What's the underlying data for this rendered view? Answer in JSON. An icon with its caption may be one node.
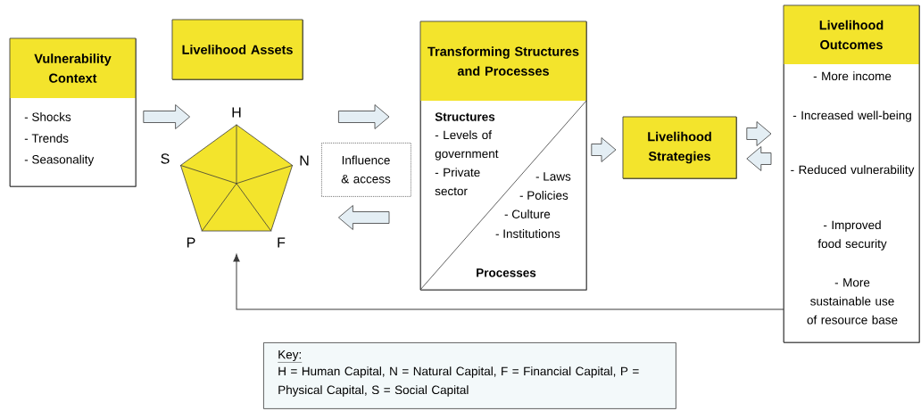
{
  "diagram": {
    "nodes": [
      {
        "text": [
          "Vulnerability Context",
          "- Shocks",
          "- Trends",
          "- Seasonality"
        ]
      },
      {
        "text": [
          "Livelihood Assets"
        ]
      },
      {
        "text": [],
        "shape": "pentagon",
        "beside": [
          "H",
          "S",
          "N",
          "P",
          "F"
        ]
      },
      {
        "text": [
          "Influence & access"
        ]
      },
      {
        "text": [
          "Transforming Structures and Processes",
          "Structures",
          "- Levels of government",
          "- Private sector",
          "- Laws",
          "- Policies",
          "- Culture",
          "- Institutions",
          "Processes"
        ]
      },
      {
        "text": [
          "Livelihood Strategies"
        ]
      },
      {
        "text": [
          "Livelihood Outcomes",
          "- More income",
          "- Increased well-being",
          "- Reduced vulnerability",
          "- Improved food security",
          "- More sustainable use of resource base"
        ]
      },
      {
        "text": [
          "Key:",
          "H = Human Capital, N = Natural Capital, F = Financial Capital, P = Physical Capital, S = Social Capital"
        ]
      }
    ],
    "edges": [
      {
        "from": 0,
        "to": 2,
        "arrow": "to",
        "style": "thick"
      },
      {
        "from": 2,
        "to": 4,
        "arrow": "to",
        "style": "thick"
      },
      {
        "from": 4,
        "to": 2,
        "arrow": "to",
        "style": "thick"
      },
      {
        "from": 4,
        "to": 5,
        "arrow": "to",
        "style": "thick"
      },
      {
        "from": 5,
        "to": 6,
        "arrow": "to",
        "style": "thick"
      },
      {
        "from": 6,
        "to": 5,
        "arrow": "to",
        "style": "thick"
      },
      {
        "from": 6,
        "to": 2,
        "arrow": "to"
      }
    ]
  }
}
